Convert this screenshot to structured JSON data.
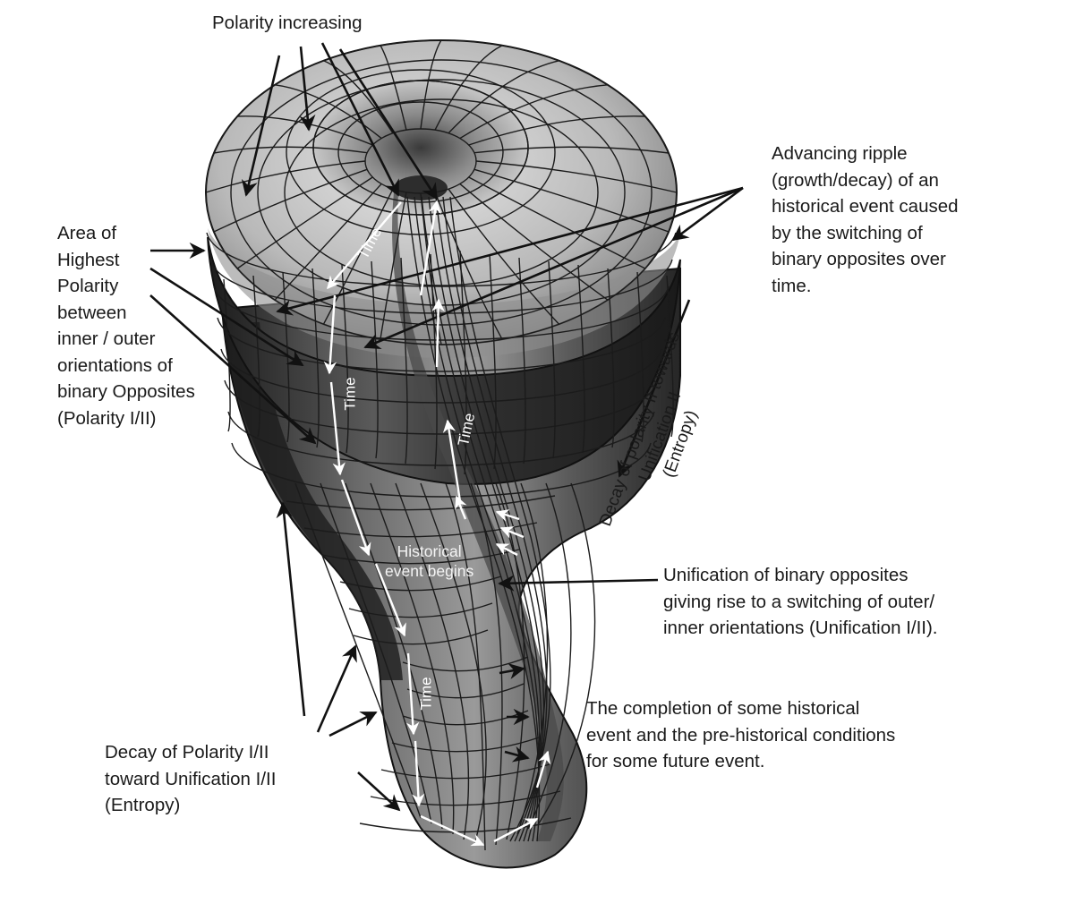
{
  "labels": {
    "polarity_increasing": "Polarity increasing",
    "advancing_ripple": [
      "Advancing ripple",
      "(growth/decay) of an",
      "historical event caused",
      "by the switching of",
      "binary opposites over",
      "time."
    ],
    "area_highest_polarity": [
      "Area of",
      "Highest",
      "Polarity",
      "between",
      "inner / outer",
      "orientations of",
      "binary Opposites",
      "(Polarity I/II)"
    ],
    "decay_polarity_ii": [
      "Decay of polarity II towards",
      "Unification II",
      "(Entropy)"
    ],
    "unification_binary": [
      "Unification of binary opposites",
      "giving rise to a switching of outer/",
      "inner orientations (Unification I/II)."
    ],
    "completion_event": [
      "The completion of some historical",
      "event and the pre-historical conditions",
      "for some future event."
    ],
    "decay_polarity_i_ii": [
      "Decay of Polarity I/II",
      "toward Unification I/II",
      "(Entropy)"
    ],
    "historical_event_begins": [
      "Historical",
      "event begins"
    ],
    "time_label": "Time"
  },
  "colors": {
    "text": "#1a1a1a",
    "arrow": "#111111",
    "white_arrow": "#ffffff",
    "grid_line": "#1b1b1b",
    "surface_light": "#cfcfcf",
    "surface_dark": "#2a2a2a"
  },
  "icons": [
    "arrow-right-icon",
    "white-arrow-icon"
  ]
}
